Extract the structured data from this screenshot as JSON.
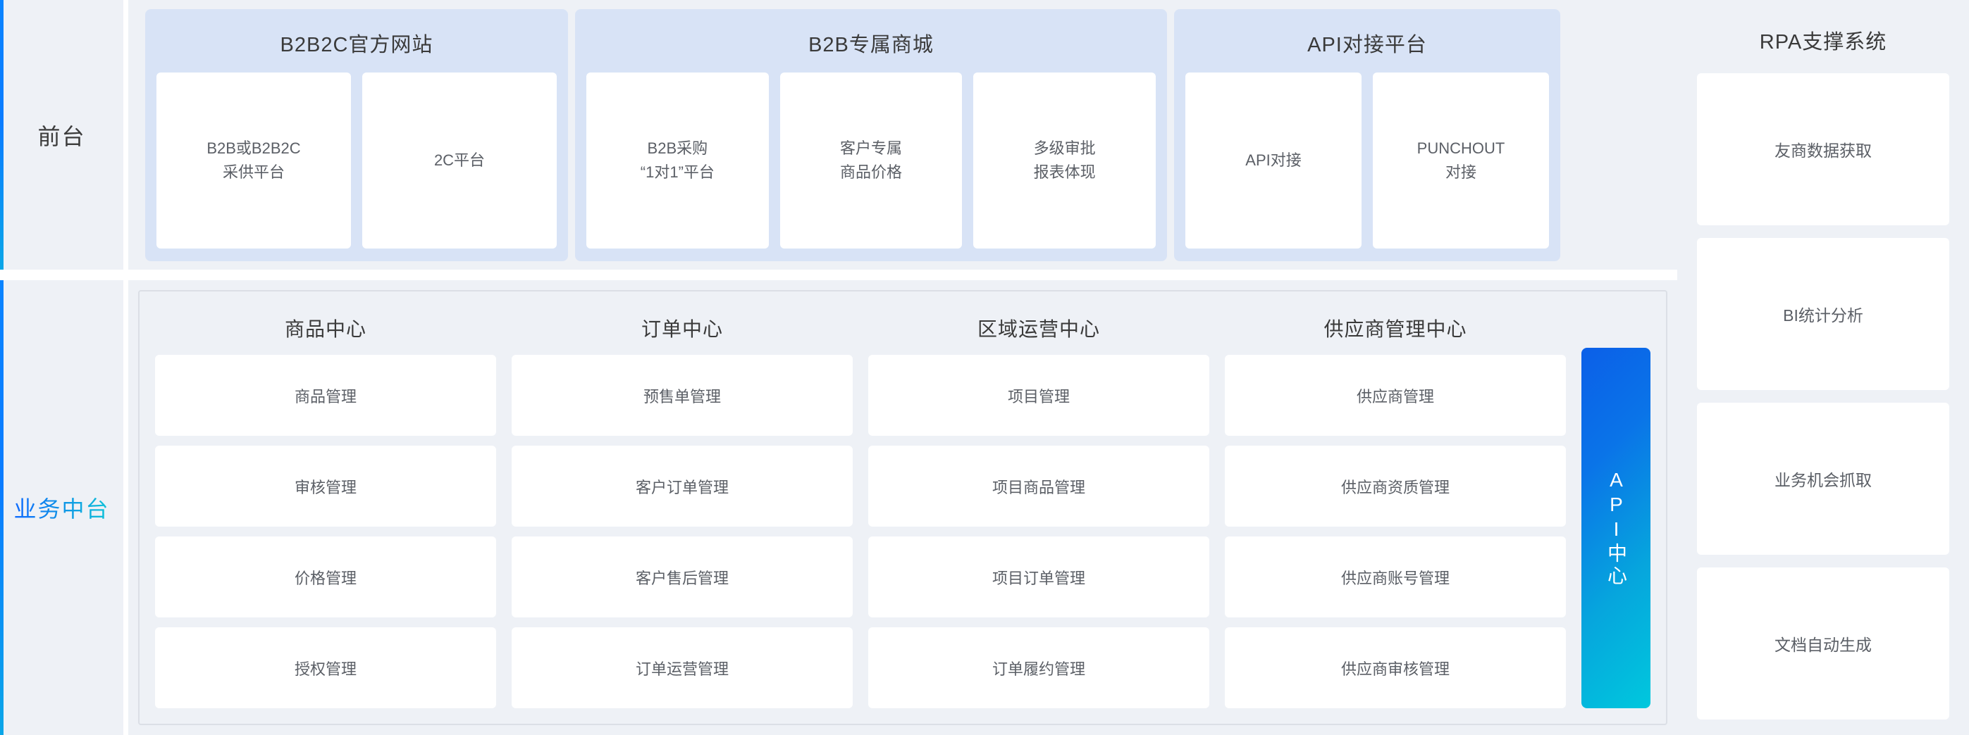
{
  "theme": {
    "panel_bg": "#eef1f6",
    "group_card_bg": "#d8e3f6",
    "tile_bg": "#ffffff",
    "frame_border": "#dbdfe6",
    "accent_blue": "#0a84ff",
    "accent_cyan": "#10c4d8",
    "api_gradient_from": "#0b5fe8",
    "api_gradient_to": "#00c8dd",
    "title_text": "#3a3a3a",
    "body_text": "#5b5f66"
  },
  "left_labels": {
    "front_stage": "前台",
    "business_middle": "业务中台"
  },
  "front_stage": {
    "groups": [
      {
        "title": "B2B2C官方网站",
        "tiles": [
          "B2B或B2B2C\n采供平台",
          "2C平台"
        ]
      },
      {
        "title": "B2B专属商城",
        "tiles": [
          "B2B采购\n“1对1”平台",
          "客户专属\n商品价格",
          "多级审批\n报表体现"
        ]
      },
      {
        "title": "API对接平台",
        "tiles": [
          "API对接",
          "PUNCHOUT\n对接"
        ]
      }
    ]
  },
  "business_middle": {
    "columns": [
      {
        "title": "商品中心",
        "cards": [
          "商品管理",
          "审核管理",
          "价格管理",
          "授权管理"
        ]
      },
      {
        "title": "订单中心",
        "cards": [
          "预售单管理",
          "客户订单管理",
          "客户售后管理",
          "订单运营管理"
        ]
      },
      {
        "title": "区域运营中心",
        "cards": [
          "项目管理",
          "项目商品管理",
          "项目订单管理",
          "订单履约管理"
        ]
      },
      {
        "title": "供应商管理中心",
        "cards": [
          "供应商管理",
          "供应商资质管理",
          "供应商账号管理",
          "供应商审核管理"
        ]
      }
    ],
    "api_center": {
      "label": "API中心"
    }
  },
  "rpa": {
    "title": "RPA支撑系统",
    "cards": [
      "友商数据获取",
      "BI统计分析",
      "业务机会抓取",
      "文档自动生成"
    ]
  }
}
